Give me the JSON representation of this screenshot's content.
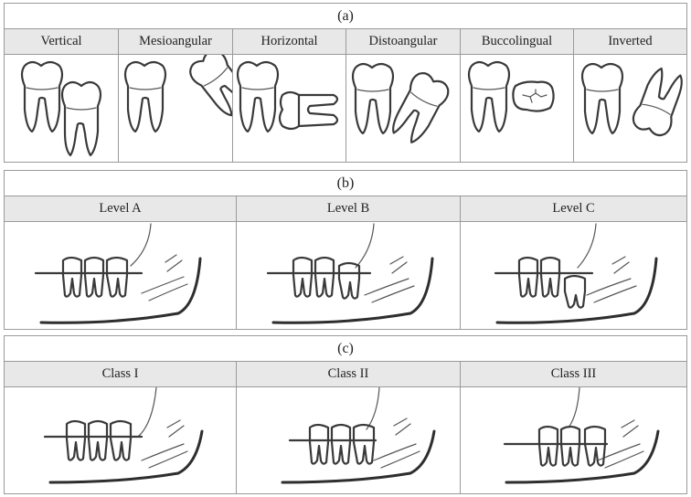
{
  "panels": {
    "a": {
      "label": "(a)",
      "columns": [
        "Vertical",
        "Mesioangular",
        "Horizontal",
        "Distoangular",
        "Buccolingual",
        "Inverted"
      ]
    },
    "b": {
      "label": "(b)",
      "columns": [
        "Level A",
        "Level B",
        "Level C"
      ]
    },
    "c": {
      "label": "(c)",
      "columns": [
        "Class I",
        "Class II",
        "Class III"
      ]
    }
  }
}
